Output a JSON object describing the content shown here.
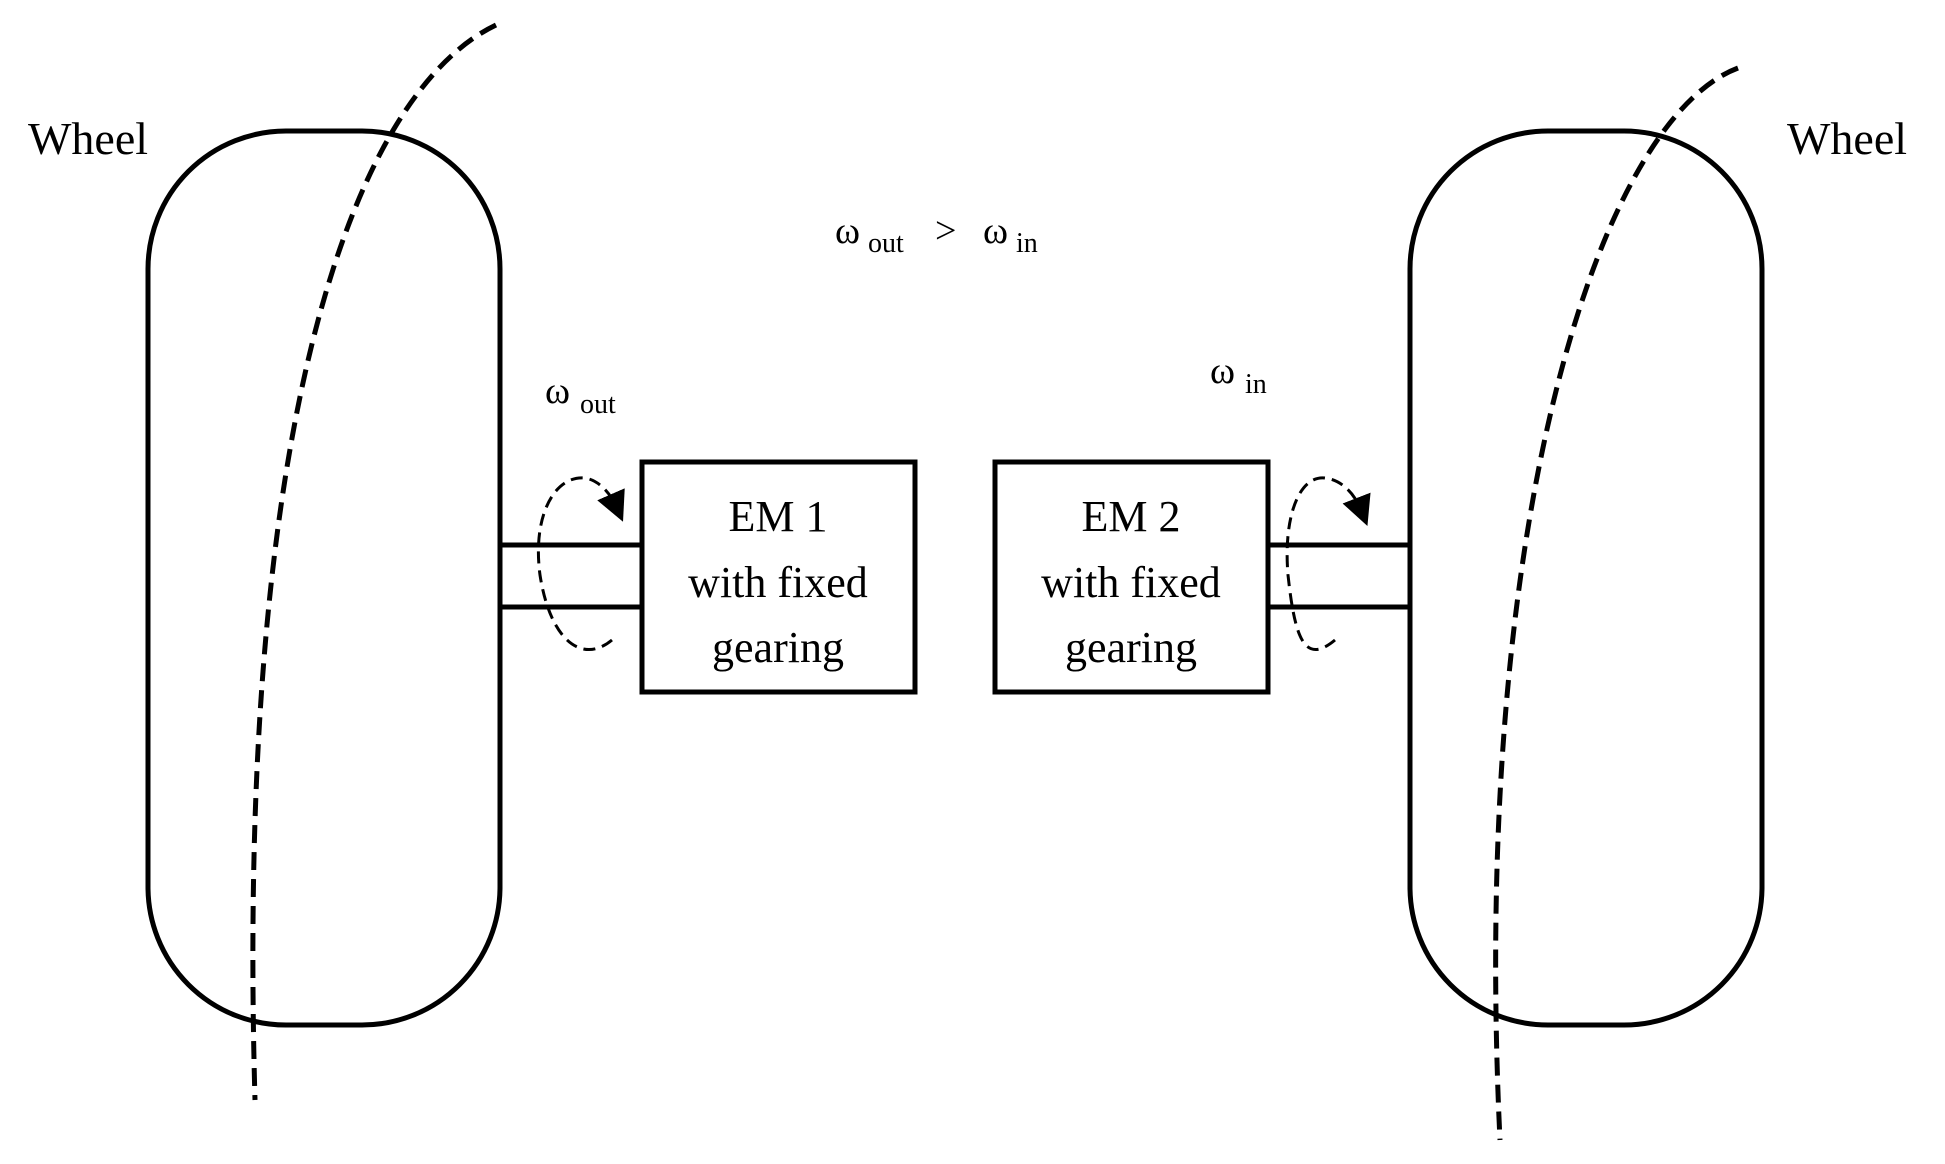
{
  "wheels": {
    "left_label": "Wheel",
    "right_label": "Wheel"
  },
  "motors": {
    "em1": {
      "line1": "EM 1",
      "line2": "with fixed",
      "line3": "gearing"
    },
    "em2": {
      "line1": "EM 2",
      "line2": "with fixed",
      "line3": "gearing"
    }
  },
  "speeds": {
    "symbol": "ω",
    "out_subscript": "out",
    "in_subscript": "in",
    "relation_symbol": ">"
  }
}
